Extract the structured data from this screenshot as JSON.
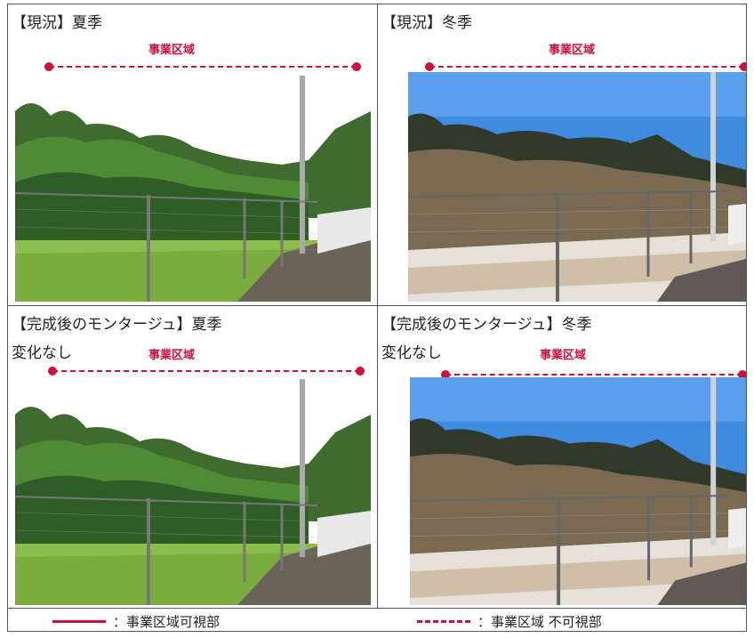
{
  "panels": [
    {
      "caption": "【現況】夏季",
      "sub": "",
      "zone_label": "事業区域",
      "season": "summer"
    },
    {
      "caption": "【現況】冬季",
      "sub": "",
      "zone_label": "事業区域",
      "season": "winter"
    },
    {
      "caption": "【完成後のモンタージュ】夏季",
      "sub": "変化なし",
      "zone_label": "事業区域",
      "season": "summer"
    },
    {
      "caption": "【完成後のモンタージュ】冬季",
      "sub": "変化なし",
      "zone_label": "事業区域",
      "season": "winter"
    }
  ],
  "legend": {
    "visible_label": "：事業区域可視部",
    "hidden_label": "：事業区域 不可視部"
  },
  "colors": {
    "zone_line": "#d0103a"
  }
}
